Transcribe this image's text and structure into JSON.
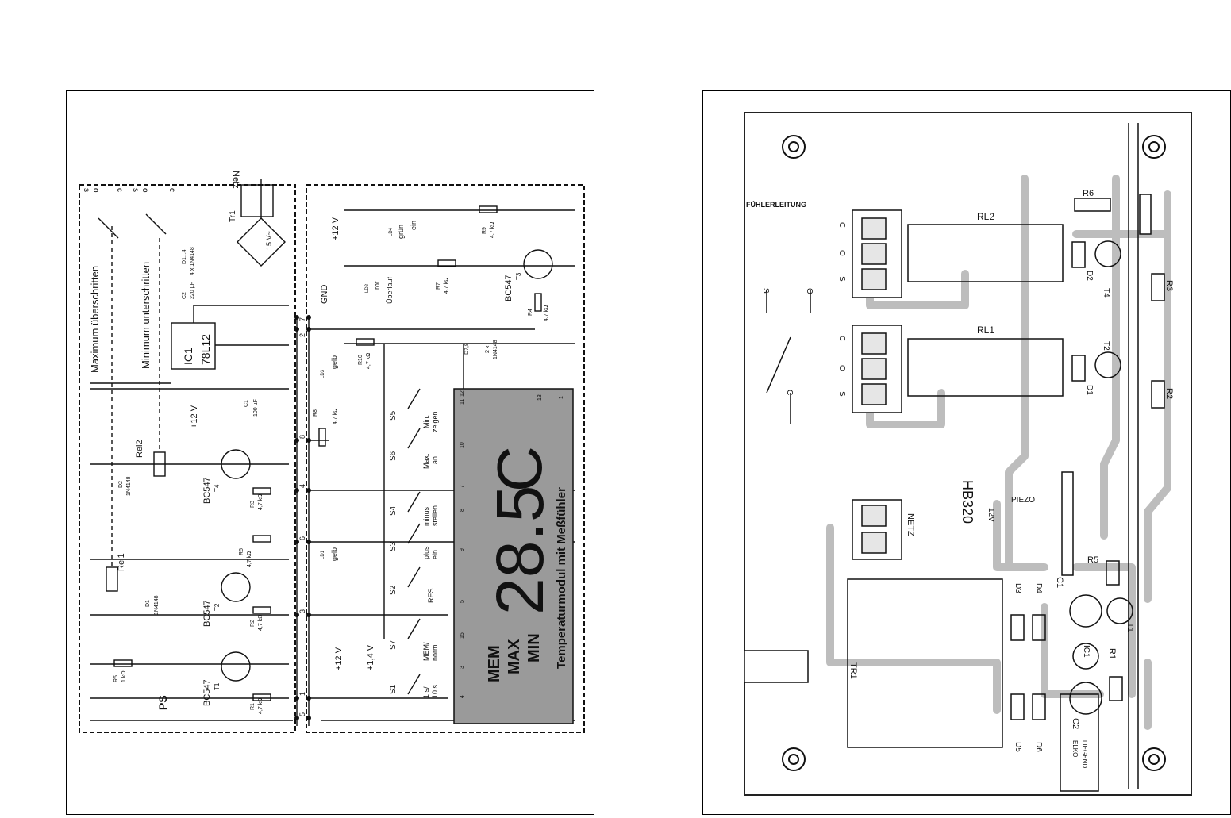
{
  "schematic": {
    "relay_labels": [
      "Maximum überschritten",
      "Minimum unterschritten"
    ],
    "contacts_top": [
      "s",
      "o",
      "c",
      "s",
      "o",
      "c"
    ],
    "netz": "Netz",
    "tr1": "Tr1",
    "bridge": "D1...4",
    "bridge_part": "4 x 1N4148",
    "transformer_volt": "15 V~",
    "c2": "C2",
    "c2_val": "220 µF",
    "ic1": "IC1",
    "ic1_part": "78L12",
    "c1": "C1",
    "c1_val": "100 µF",
    "v12_top": "+12 V",
    "v12_mid": "+12 V",
    "v12_low": "+12 V",
    "gnd": "GND",
    "v14": "+1,4 V",
    "rel2": "Rel2",
    "rel1": "Rel1",
    "d2": "D2",
    "d2_part": "1N4148",
    "d1": "D1",
    "d1_part": "1N4148",
    "t4": "T4",
    "t2": "T2",
    "t1": "T1",
    "t3": "T3",
    "bc547": "BC547",
    "r3": "R3",
    "r3_val": "4,7 kΩ",
    "r6": "R6",
    "r6_val": "4,7 kΩ",
    "r2": "R2",
    "r2_val": "4,7 kΩ",
    "r1": "R1",
    "r1_val": "4,7 kΩ",
    "r5": "R5",
    "r5_val": "1 kΩ",
    "r8": "R8",
    "r8_val": "4,7 kΩ",
    "r10": "R10",
    "r10_val": "4,7 kΩ",
    "r7": "R7",
    "r7_val": "4,7 kΩ",
    "r9": "R9",
    "r9_val": "4,7 kΩ",
    "r4": "R4",
    "r4_val": "4,7 kΩ",
    "ps": "PS",
    "ld1": "LD1",
    "ld1_color": "gelb",
    "ld3": "LD3",
    "ld3_color": "gelb",
    "ld2": "LD2",
    "ld2_color": "rot",
    "ld2_text": "Überlauf",
    "ld4": "LD4",
    "ld4_color": "grün",
    "ld4_text": "ein",
    "d78": "D7,8",
    "d78_part": "2 x",
    "d78_type": "1N4148",
    "pins": [
      "5",
      "1",
      "3",
      "6",
      "4",
      "8",
      "2",
      "7"
    ],
    "switches": [
      {
        "id": "S1",
        "label1": "1 s/",
        "label2": "10 s"
      },
      {
        "id": "S7",
        "label1": "MEM/",
        "label2": "norm."
      },
      {
        "id": "S2",
        "label1": "RES",
        "label2": ""
      },
      {
        "id": "S3",
        "label1": "plus",
        "label2": "ein"
      },
      {
        "id": "S4",
        "label1": "minus",
        "label2": "stellen"
      },
      {
        "id": "S6",
        "label1": "Max.",
        "label2": "an"
      },
      {
        "id": "S5",
        "label1": "Min.",
        "label2": "zeigen"
      }
    ],
    "module_pins": [
      "4",
      "3",
      "15",
      "5",
      "9",
      "8",
      "7",
      "10",
      "11",
      "12",
      "13",
      "1"
    ],
    "display_mem": "MEM",
    "display_max": "MAX",
    "display_min": "MIN",
    "display_value": "28.5",
    "display_unit": "C",
    "module_title": "Temperaturmodul mit Meßfühler"
  },
  "pcb": {
    "fuehler": "FÜHLERLEITUNG",
    "rl2": "RL2",
    "rl1": "RL1",
    "r6": "R6",
    "r3": "R3",
    "r2": "R2",
    "r5": "R5",
    "r1": "R1",
    "d2": "D2",
    "d1": "D1",
    "d3": "D3",
    "d4": "D4",
    "d5": "D5",
    "d6": "D6",
    "t1": "T1",
    "t2": "T2",
    "t4": "T4",
    "c1": "C1",
    "c2": "C2",
    "c2_note1": "ELKO",
    "c2_note2": "LIEGEND",
    "ic1": "IC1",
    "tr1": "TR1",
    "netz": "NETZ",
    "piezo": "PIEZO",
    "v12": "12V",
    "hb": "HB320",
    "term_cos": [
      "C",
      "O",
      "S"
    ],
    "switch_labels": [
      "S",
      "O",
      "C"
    ]
  }
}
